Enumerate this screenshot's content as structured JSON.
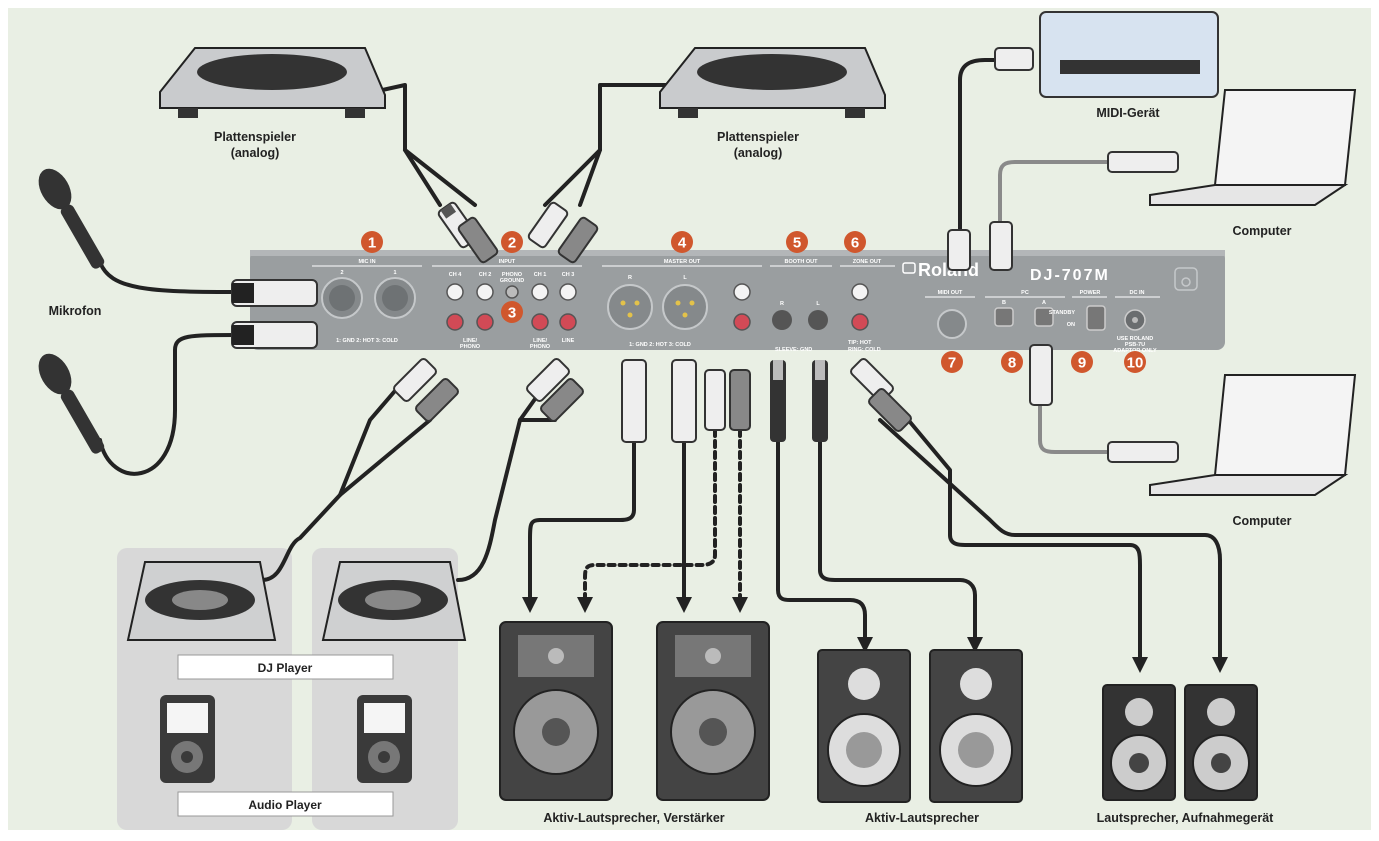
{
  "colors": {
    "background": "#e9efe4",
    "panel": "#9a9ea0",
    "badge": "#d0572d",
    "cable": "#222222",
    "grey_cable": "#7a7a7a",
    "player_zone": "#dcdcdc"
  },
  "labels": {
    "turntable_left": [
      "Plattenspieler",
      "(analog)"
    ],
    "turntable_right": [
      "Plattenspieler",
      "(analog)"
    ],
    "midi_device": "MIDI-Gerät",
    "microphone": "Mikrofon",
    "computer_top": "Computer",
    "computer_bottom": "Computer",
    "dj_player": "DJ Player",
    "audio_player": "Audio Player",
    "speakers_amp": "Aktiv-Lautsprecher, Verstärker",
    "active_speakers": "Aktiv-Lautsprecher",
    "speakers_recorder": "Lautsprecher, Aufnahmegerät"
  },
  "panel": {
    "brand": "Roland",
    "model": "DJ-707M",
    "sections": {
      "mic_in": "MIC IN",
      "input": "INPUT",
      "master_out": "MASTER OUT",
      "booth_out": "BOOTH OUT",
      "zone_out": "ZONE OUT",
      "midi_out": "MIDI OUT",
      "pc": "PC",
      "power": "POWER",
      "dc_in": "DC IN"
    },
    "mic_nums": [
      "2",
      "1"
    ],
    "input_channels": [
      "CH 4",
      "CH 2",
      "CH 1",
      "CH 3"
    ],
    "phono_ground": [
      "PHONO",
      "GROUND"
    ],
    "line_phono_1": [
      "LINE/",
      "PHONO"
    ],
    "line_phono_2": [
      "LINE/",
      "PHONO"
    ],
    "line": "LINE",
    "master_rl": [
      "R",
      "L"
    ],
    "booth_rl": [
      "R",
      "L"
    ],
    "pc_ports": [
      "B",
      "A"
    ],
    "power_states": [
      "STANDBY",
      "ON"
    ],
    "dc_note": [
      "USE ROLAND",
      "PSB-7U",
      "ADAPTOR ONLY"
    ],
    "xlr_note_mic": "1: GND 2: HOT 3: COLD",
    "xlr_note_master": "1: GND 2: HOT 3: COLD",
    "trs_note": [
      "TIP: HOT",
      "RING: COLD",
      "SLEEVE: GND"
    ]
  },
  "badges": [
    "1",
    "2",
    "3",
    "4",
    "5",
    "6",
    "7",
    "8",
    "9",
    "10"
  ]
}
